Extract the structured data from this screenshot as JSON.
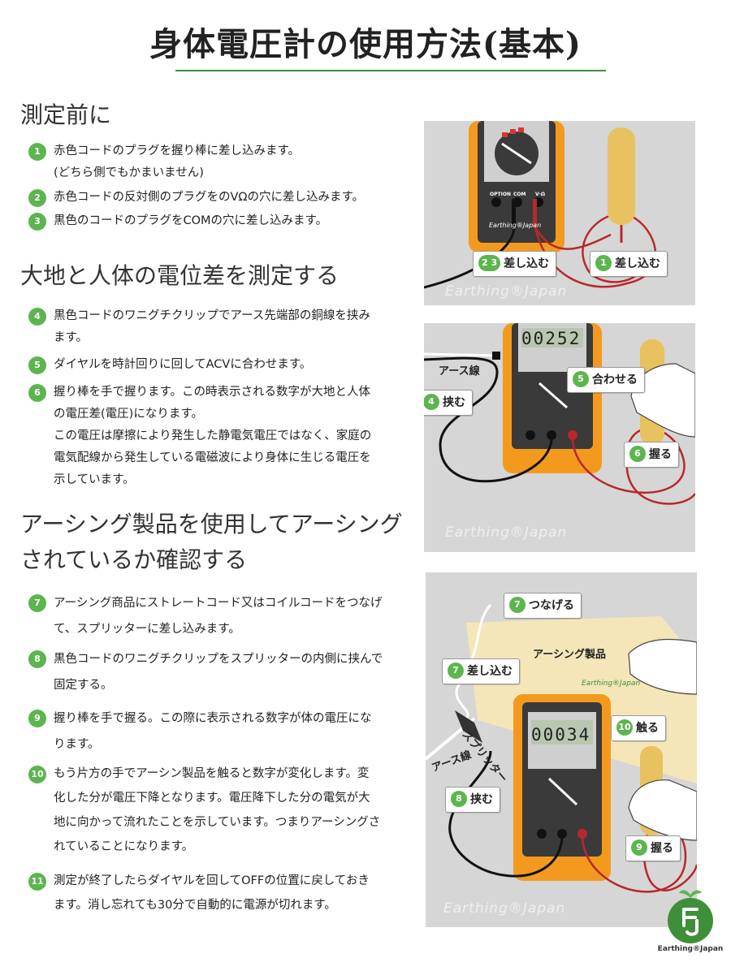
{
  "title": "身体電圧計の使用方法(基本)",
  "sections": [
    {
      "heading": "測定前に"
    },
    {
      "heading": "大地と人体の電位差を測定する"
    },
    {
      "heading": "アーシング製品を使用してアーシング",
      "heading2": "されているか確認する"
    }
  ],
  "steps": [
    {
      "num": "1",
      "lines": [
        "赤色コードのプラグを握り棒に差し込みます。",
        "(どちら側でもかまいません)"
      ]
    },
    {
      "num": "2",
      "lines": [
        "赤色コードの反対側のプラグをのVΩの穴に差し込みます。"
      ]
    },
    {
      "num": "3",
      "lines": [
        "黒色のコードのプラグをCOMの穴に差し込みます。"
      ]
    },
    {
      "num": "4",
      "lines": [
        "黒色コードのワニグチクリップでアース先端部の銅線を挟み",
        "ます。"
      ]
    },
    {
      "num": "5",
      "lines": [
        "ダイヤルを時計回りに回してACVに合わせます。"
      ]
    },
    {
      "num": "6",
      "lines": [
        "握り棒を手で握ります。この時表示される数字が大地と人体",
        "の電圧差(電圧)になります。",
        "この電圧は摩擦により発生した静電気電圧ではなく、家庭の",
        "電気配線から発生している電磁波により身体に生じる電圧を",
        "示しています。"
      ]
    },
    {
      "num": "7",
      "lines": [
        "アーシング商品にストレートコード又はコイルコードをつなげ",
        "て、スプリッターに差し込みます。"
      ]
    },
    {
      "num": "8",
      "lines": [
        "黒色コードのワニグチクリップをスプリッターの内側に挟んで",
        "固定する。"
      ]
    },
    {
      "num": "9",
      "lines": [
        "握り棒を手で握る。この際に表示される数字が体の電圧にな",
        "ります。"
      ]
    },
    {
      "num": "10",
      "lines": [
        "もう片方の手でアーシン製品を触ると数字が変化します。変",
        "化した分が電圧下降となります。電圧降下した分の電気が大",
        "地に向かって流れたことを示しています。つまりアーシングさ",
        "れていることになります。"
      ]
    },
    {
      "num": "11",
      "lines": [
        "測定が終了したらダイヤルを回してOFFの位置に戻しておき",
        "ます。消し忘れても30分で自動的に電源が切れます。"
      ]
    }
  ],
  "panel1": {
    "callout_a": {
      "nums": "2 3",
      "text": "差し込む"
    },
    "callout_b": {
      "num": "1",
      "text": "差し込む"
    },
    "jacks": [
      "OPTION",
      "COM",
      "V·Ω"
    ],
    "meter_brand": "Earthing®Japan"
  },
  "panel2": {
    "display": "00252",
    "earth_wire": "アース線",
    "callout_4": {
      "num": "4",
      "text": "挟む"
    },
    "callout_5": {
      "num": "5",
      "text": "合わせる"
    },
    "callout_6": {
      "num": "6",
      "text": "握る"
    }
  },
  "panel3": {
    "display": "00034",
    "product": "アーシング製品",
    "product_brand": "Earthing®Japan",
    "splitter": "スプリッター",
    "earth_wire": "アース線",
    "callout_7a": {
      "num": "7",
      "text": "つなげる"
    },
    "callout_7b": {
      "num": "7",
      "text": "差し込む"
    },
    "callout_8": {
      "num": "8",
      "text": "挟む"
    },
    "callout_9": {
      "num": "9",
      "text": "握る"
    },
    "callout_10": {
      "num": "10",
      "text": "触る"
    }
  },
  "watermark": "Earthing®Japan",
  "brand_logo": "Earthing®Japan",
  "colors": {
    "accent_green": "#5cb54e",
    "meter_orange": "#f39a1e",
    "wire_red": "#b8282b",
    "panel_gray": "#d6d6d6"
  }
}
